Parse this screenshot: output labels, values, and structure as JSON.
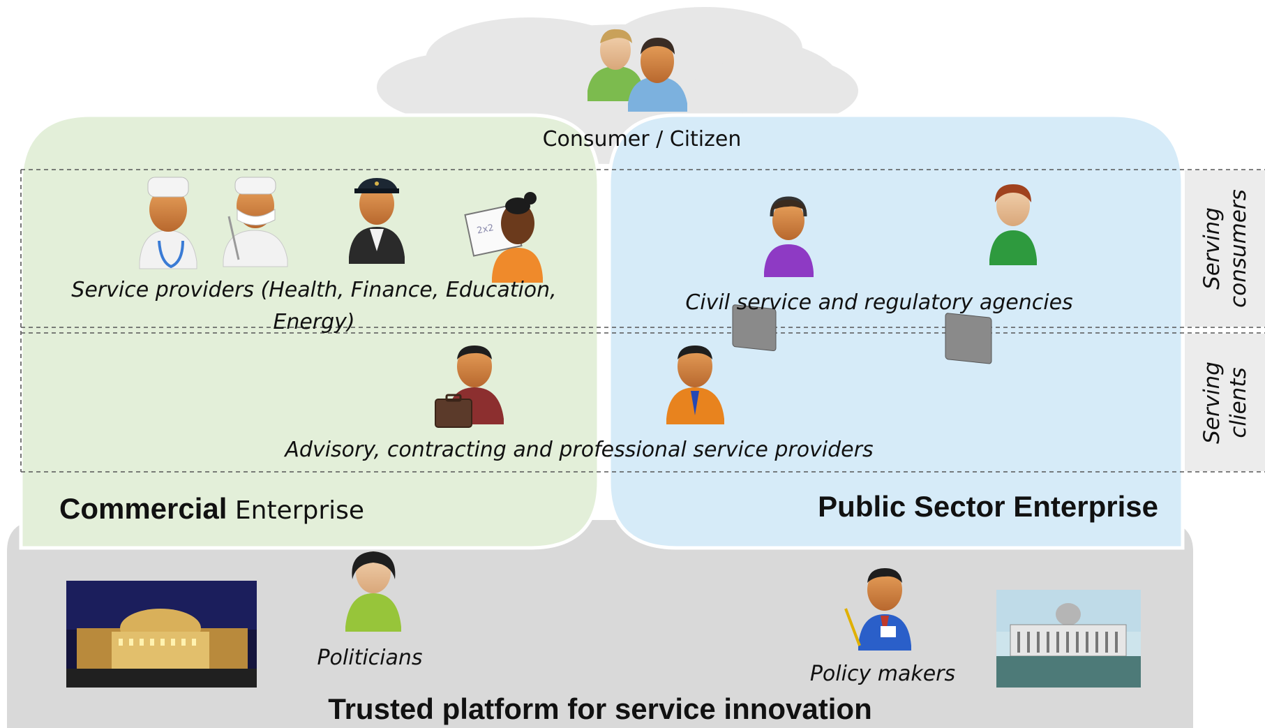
{
  "cloud": {
    "label": "Consumer / Citizen",
    "icon": "couple-icon"
  },
  "commercial": {
    "title_bold": "Commercial",
    "title_rest": " Enterprise",
    "fill": "#e3efd9",
    "service_label_line1": "Service providers (Health, Finance, Education,",
    "service_label_line2": "Energy)"
  },
  "public": {
    "title": "Public Sector Enterprise",
    "fill": "#d6ebf8",
    "service_label": "Civil service and regulatory agencies"
  },
  "advisory": {
    "label": "Advisory, contracting and professional service providers"
  },
  "side": {
    "consumers": {
      "line1": "Serving",
      "line2": "consumers"
    },
    "clients": {
      "line1": "Serving",
      "line2": "clients"
    }
  },
  "platform": {
    "title": "Trusted platform for service innovation",
    "fill": "#d9d9d9",
    "politicians": "Politicians",
    "policy_makers": "Policy makers"
  }
}
